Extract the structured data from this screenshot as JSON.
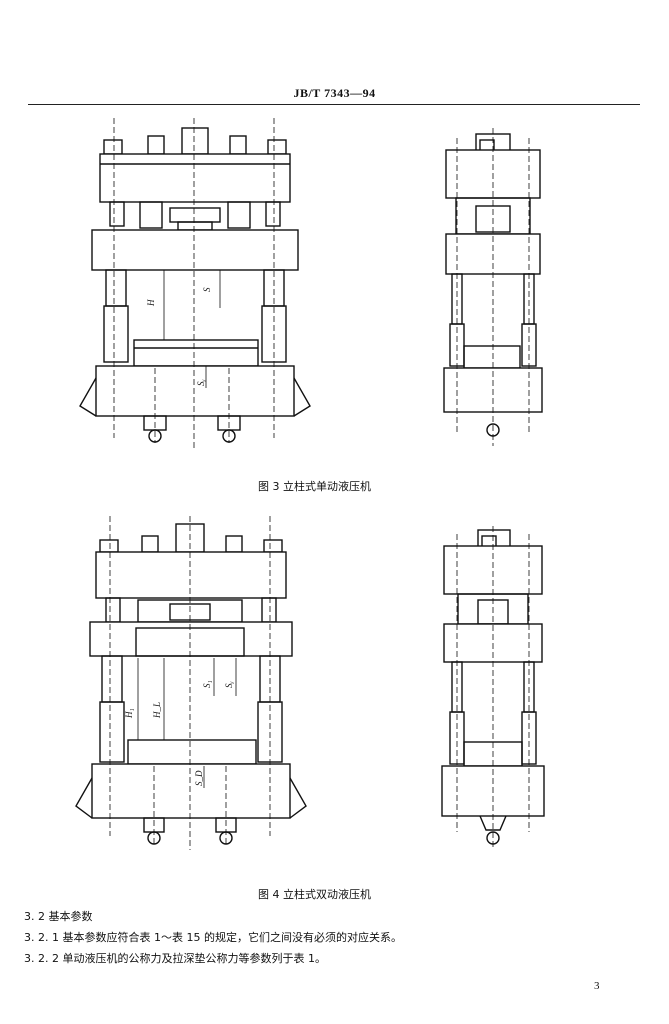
{
  "header": {
    "standard_code": "JB/T 7343—94"
  },
  "figures": [
    {
      "caption": "图 3   立柱式单动液压机",
      "dimension_labels": {
        "H": "H",
        "S": "S",
        "Sy": "Sᵧ"
      }
    },
    {
      "caption": "图 4   立柱式双动液压机",
      "dimension_labels": {
        "H1": "H₁",
        "HL": "H_L",
        "S1": "S₁",
        "Sy": "Sᵧ",
        "SD": "S_D"
      }
    }
  ],
  "body": {
    "section": "3. 2   基本参数",
    "p1": "3. 2. 1   基本参数应符合表 1～表 15 的规定，它们之间没有必须的对应关系。",
    "p2": "3. 2. 2   单动液压机的公称力及拉深垫公称力等参数列于表 1。"
  },
  "page_number": "3"
}
